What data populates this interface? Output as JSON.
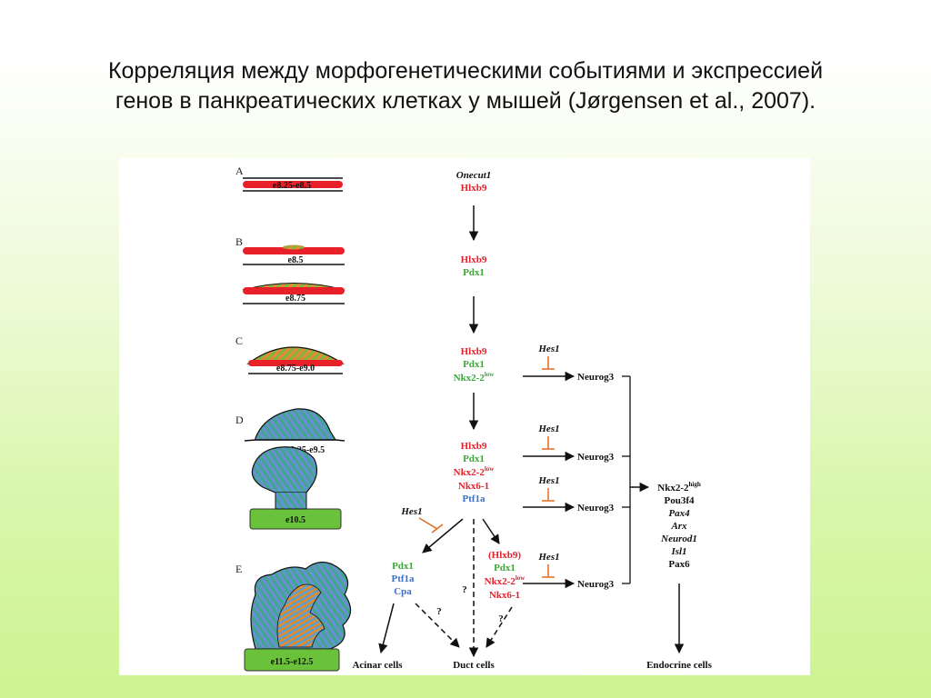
{
  "title": {
    "line1": "Корреляция между морфогенетическими событиями и экспрессией",
    "line2": "генов в панкреатических клетках у мышей (Jørgensen et al., 2007)."
  },
  "colors": {
    "red": "#e8202a",
    "green": "#3aa636",
    "blue": "#3a6fc4",
    "orange": "#e06a1e",
    "teal": "#2f9b8a",
    "mesenchyme": "#6ac23a"
  },
  "panels": {
    "a": {
      "letter": "A",
      "stage": "e8.25-e8.5"
    },
    "b": {
      "letter": "B",
      "stage1": "e8.5",
      "stage2": "e8.75"
    },
    "c": {
      "letter": "C",
      "stage": "e8.75-e9.0"
    },
    "d": {
      "letter": "D",
      "stage1": "e9.25-e9.5",
      "stage2": "e10.5"
    },
    "e": {
      "letter": "E",
      "stage": "e11.5-e12.5"
    }
  },
  "flow": {
    "step1": {
      "gene1": "Onecut1",
      "gene2": "Hlxb9"
    },
    "step2": {
      "gene1": "Hlxb9",
      "gene2": "Pdx1"
    },
    "step3": {
      "gene1": "Hlxb9",
      "gene2": "Pdx1",
      "gene3": "Nkx2-2",
      "gene3_sup": "low"
    },
    "step4": {
      "gene1": "Hlxb9",
      "gene2": "Pdx1",
      "gene3": "Nkx2-2",
      "gene3_sup": "low",
      "gene4": "Nkx6-1",
      "gene5": "Ptf1a"
    },
    "acinar_branch": {
      "gene1": "Pdx1",
      "gene2": "Ptf1a",
      "gene3": "Cpa"
    },
    "duct_branch": {
      "gene1": "(Hlxb9)",
      "gene2": "Pdx1",
      "gene3": "Nkx2-2",
      "gene3_sup": "low",
      "gene4": "Nkx6-1"
    },
    "hes1": "Hes1",
    "neurog3": "Neurog3",
    "question": "?",
    "endocrine_genes": {
      "gene1": "Nkx2-2",
      "gene1_sup": "high",
      "gene2": "Pou3f4",
      "gene3": "Pax4",
      "gene4": "Arx",
      "gene5": "Neurod1",
      "gene6": "Isl1",
      "gene7": "Pax6"
    },
    "outcomes": {
      "acinar": "Acinar cells",
      "duct": "Duct cells",
      "endocrine": "Endocrine cells"
    }
  }
}
